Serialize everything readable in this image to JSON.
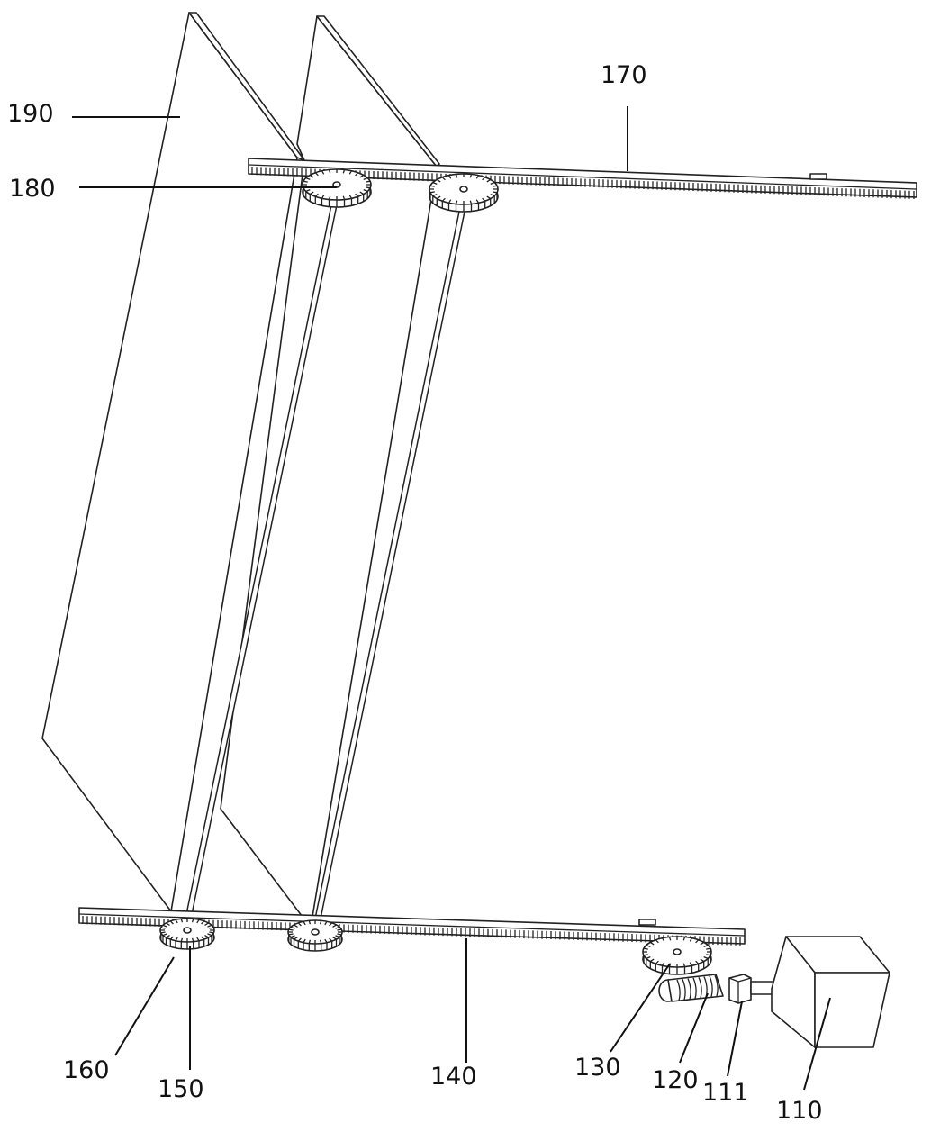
{
  "labels": {
    "l190": "190",
    "l180": "180",
    "l170": "170",
    "l160": "160",
    "l150": "150",
    "l140": "140",
    "l130": "130",
    "l120": "120",
    "l111": "111",
    "l110": "110"
  }
}
